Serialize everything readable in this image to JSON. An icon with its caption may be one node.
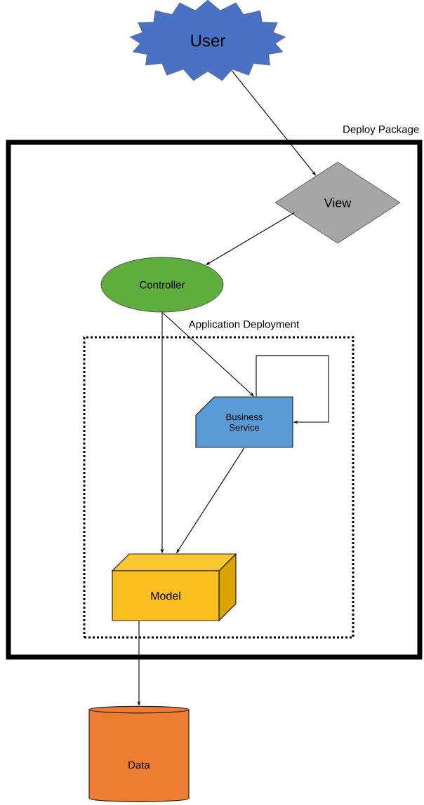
{
  "diagram": {
    "nodes": [
      {
        "text": [
          "User"
        ]
      },
      {
        "text": [
          "Deploy Package"
        ]
      },
      {
        "text": [
          "View"
        ],
        "in": 1
      },
      {
        "text": [
          "Controller"
        ],
        "in": 1
      },
      {
        "text": [
          "Application Deployment"
        ],
        "in": 1
      },
      {
        "text": [
          "Business Service"
        ],
        "in": 4
      },
      {
        "text": [
          "Model"
        ],
        "in": 4
      },
      {
        "text": [
          "Data"
        ]
      }
    ],
    "edges": [
      {
        "from": 0,
        "to": 2,
        "arrow": "to"
      },
      {
        "from": 2,
        "to": 3,
        "arrow": "to"
      },
      {
        "from": 3,
        "to": 5,
        "arrow": "to"
      },
      {
        "from": 3,
        "to": 6,
        "arrow": "to"
      },
      {
        "from": 5,
        "to": 5,
        "arrow": "to"
      },
      {
        "from": 5,
        "to": 6,
        "arrow": "to"
      },
      {
        "from": 6,
        "to": 7,
        "arrow": "to"
      }
    ]
  }
}
